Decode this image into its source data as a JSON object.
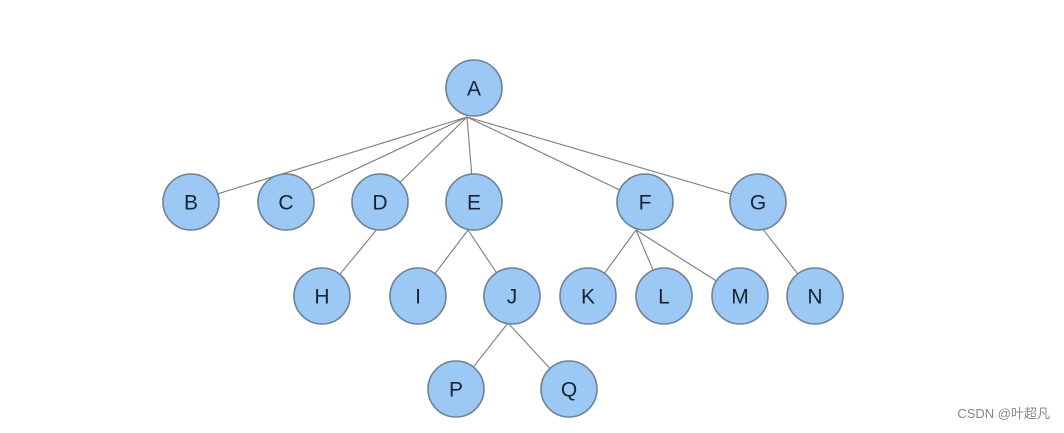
{
  "diagram": {
    "nodes": [
      {
        "id": "A",
        "label": "A"
      },
      {
        "id": "B",
        "label": "B"
      },
      {
        "id": "C",
        "label": "C"
      },
      {
        "id": "D",
        "label": "D"
      },
      {
        "id": "E",
        "label": "E"
      },
      {
        "id": "F",
        "label": "F"
      },
      {
        "id": "G",
        "label": "G"
      },
      {
        "id": "H",
        "label": "H"
      },
      {
        "id": "I",
        "label": "I"
      },
      {
        "id": "J",
        "label": "J"
      },
      {
        "id": "K",
        "label": "K"
      },
      {
        "id": "L",
        "label": "L"
      },
      {
        "id": "M",
        "label": "M"
      },
      {
        "id": "N",
        "label": "N"
      },
      {
        "id": "P",
        "label": "P"
      },
      {
        "id": "Q",
        "label": "Q"
      }
    ],
    "edges": [
      {
        "from": "A",
        "to": "B"
      },
      {
        "from": "A",
        "to": "C"
      },
      {
        "from": "A",
        "to": "D"
      },
      {
        "from": "A",
        "to": "E"
      },
      {
        "from": "A",
        "to": "F"
      },
      {
        "from": "A",
        "to": "G"
      },
      {
        "from": "D",
        "to": "H"
      },
      {
        "from": "E",
        "to": "I"
      },
      {
        "from": "E",
        "to": "J"
      },
      {
        "from": "F",
        "to": "K"
      },
      {
        "from": "F",
        "to": "L"
      },
      {
        "from": "F",
        "to": "M"
      },
      {
        "from": "G",
        "to": "N"
      },
      {
        "from": "J",
        "to": "P"
      },
      {
        "from": "J",
        "to": "Q"
      }
    ],
    "node_fill": "#9cc8f5",
    "node_stroke": "#6f8193",
    "edge_color": "#7c7c7c"
  },
  "watermark": {
    "text": "CSDN @叶超凡"
  }
}
